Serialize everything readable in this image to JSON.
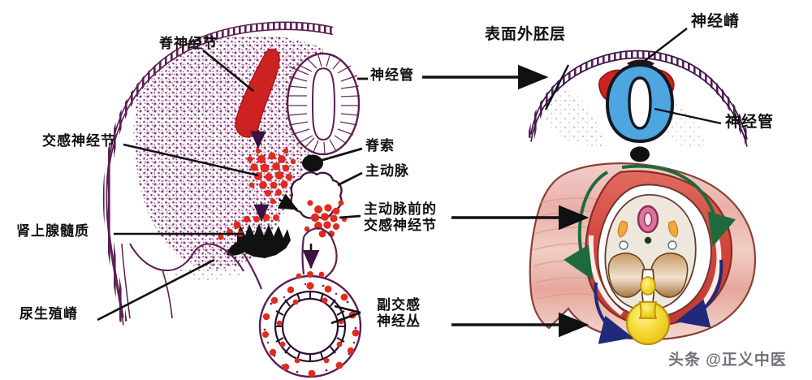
{
  "figure": {
    "watermark": "头条 @正义中医",
    "colors": {
      "outline_purple": "#5b1f52",
      "crest_red": "#cc2222",
      "neural_tube_blue": "#4da6e0",
      "stipple_purple": "#7a2a6e",
      "leader_black": "#111111",
      "arrow_green": "#1d6b3a",
      "arrow_blue": "#1f2a7a",
      "yolk_yellow": "#f3d43a",
      "somite_tan": "#b58a52",
      "panel_pink": "#e9a8a0"
    }
  },
  "main_panel": {
    "name": "embryo-cross-section",
    "labels": [
      {
        "id": "spinal-ganglion",
        "text": "脊神经节"
      },
      {
        "id": "sympathetic-ganglion",
        "text": "交感神经节"
      },
      {
        "id": "adrenal-medulla",
        "text": "肾上腺髓质"
      },
      {
        "id": "urogenital-ridge",
        "text": "尿生殖嵴"
      },
      {
        "id": "neural-tube",
        "text": "神经管"
      },
      {
        "id": "notochord",
        "text": "脊索"
      },
      {
        "id": "aorta",
        "text": "主动脉"
      },
      {
        "id": "preaortic-sympathetic-ganglion",
        "line1": "主动脉前的",
        "line2": "交感神经节"
      },
      {
        "id": "parasympathetic-plexus",
        "line1": "副交感",
        "line2": "神经丛"
      }
    ]
  },
  "top_right_panel": {
    "name": "neural-tube-closure-detail",
    "labels": [
      {
        "id": "surface-ectoderm",
        "text": "表面外胚层"
      },
      {
        "id": "neural-crest",
        "text": "神经嵴"
      },
      {
        "id": "neural-tube",
        "text": "神经管"
      }
    ]
  },
  "bottom_right_panel": {
    "name": "embryo-3d-migration-view",
    "labels": []
  }
}
